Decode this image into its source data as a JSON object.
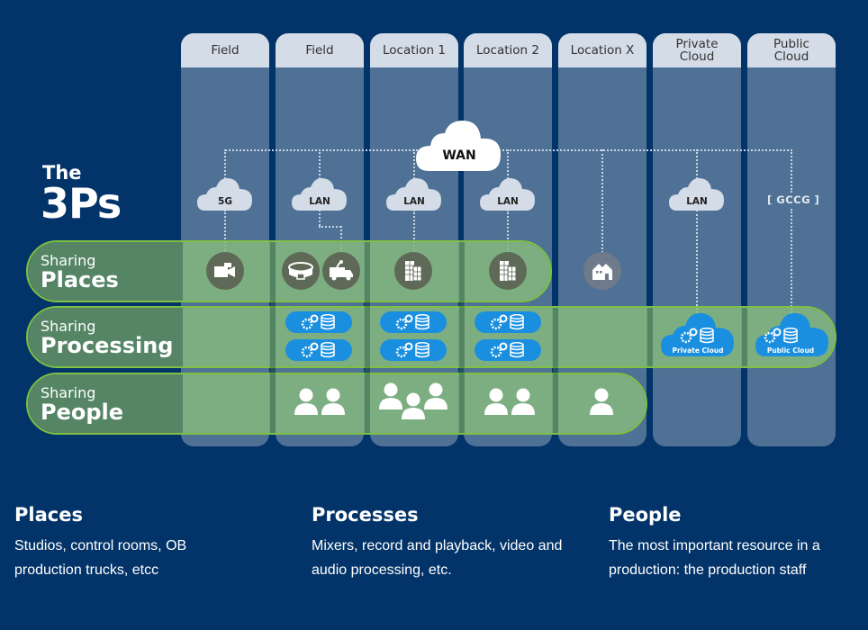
{
  "title": {
    "the": "The",
    "main": "3Ps"
  },
  "columns": [
    {
      "label": "Field"
    },
    {
      "label": "Field"
    },
    {
      "label": "Location 1"
    },
    {
      "label": "Location 2"
    },
    {
      "label": "Location X"
    },
    {
      "label": "Private Cloud"
    },
    {
      "label": "Public Cloud"
    }
  ],
  "network": {
    "wan": "WAN",
    "clouds": [
      "5G",
      "LAN",
      "LAN",
      "LAN",
      "LAN"
    ],
    "public_bracket": "[ GCCG ]"
  },
  "bands": [
    {
      "sharing": "Sharing",
      "name": "Places"
    },
    {
      "sharing": "Sharing",
      "name": "Processing"
    },
    {
      "sharing": "Sharing",
      "name": "People"
    }
  ],
  "place_icons": [
    "camera-icon",
    "stadium-icon",
    "ob-truck-icon",
    "building-icon",
    "building-icon",
    "house-icon"
  ],
  "process_clouds": [
    "Private Cloud",
    "Public Cloud"
  ],
  "people_counts": [
    2,
    3,
    2,
    1
  ],
  "colors": {
    "background": "#033469",
    "column": "#4f7196",
    "column_header": "#d3dce7",
    "band_border": "#7dc043",
    "band_dark": "#558565",
    "process_blue": "#1a8fe0",
    "icon_circle": "#5e6a57"
  },
  "legend": [
    {
      "heading": "Places",
      "text": "Studios, control rooms, OB production trucks, etcc"
    },
    {
      "heading": "Processes",
      "text": "Mixers, record and playback, video and audio processing, etc."
    },
    {
      "heading": "People",
      "text": "The most important resource in a production: the production staff"
    }
  ]
}
